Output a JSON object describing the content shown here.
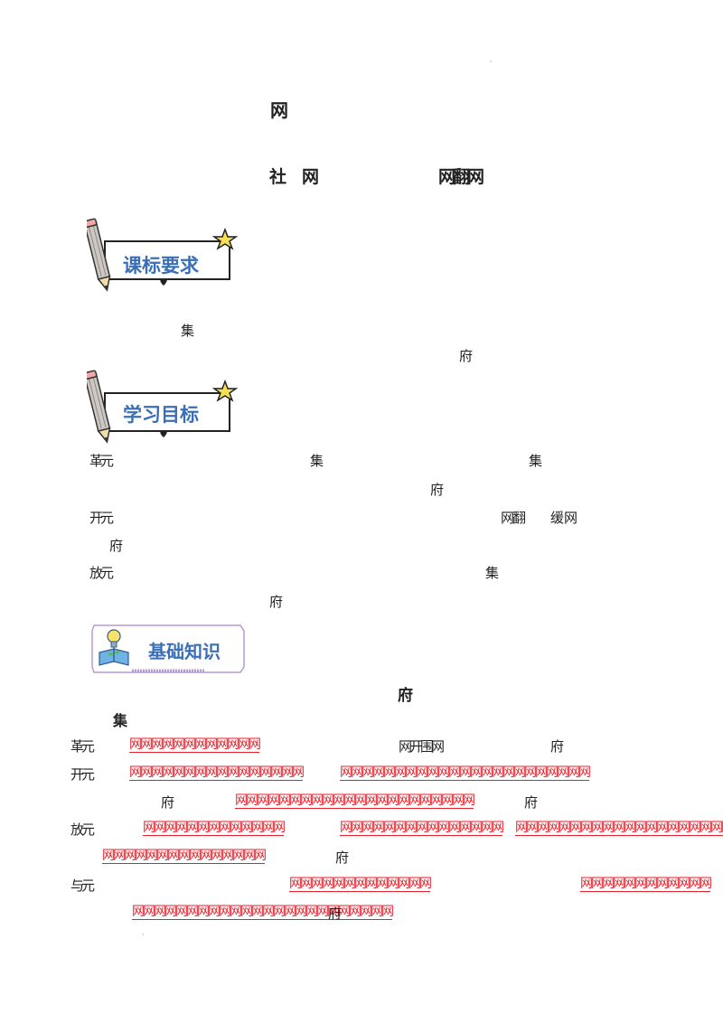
{
  "header": {
    "corner_mark": "·",
    "title": "网",
    "subtitle_left": "社",
    "subtitle_mid": "网",
    "subtitle_right": "网翻网"
  },
  "banners": {
    "curriculum": "课标要求",
    "objectives": "学习目标",
    "basics": "基础知识"
  },
  "curriculum": {
    "line1_char": "集",
    "line2_char": "府"
  },
  "objectives": {
    "item1_num": "革元",
    "item1_c1": "集",
    "item1_c2": "集",
    "item1_c3": "府",
    "item2_num": "开元",
    "item2_c1": "网翻",
    "item2_c2": "缓网",
    "item2_c3": "府",
    "item3_num": "放元",
    "item3_c1": "集",
    "item3_c2": "府"
  },
  "basics": {
    "heading": "府",
    "subheading": "集",
    "r1_num": "革元",
    "r1_blank1": "网网网网网网网网网网网网",
    "r1_mid": "网开围网",
    "r1_end": "府",
    "r2_num": "开元",
    "r2_blank1": "网网网网网网网网网网网网网网网网",
    "r2_blank2": "网网网网网网网网网网网网网网网网网网网网网网网",
    "r3_c1": "府",
    "r3_blank1": "网网网网网网网网网网网网网网网网网网网网网网",
    "r3_end": "府",
    "r4_num": "放元",
    "r4_blank1": "网网网网网网网网网网网网网",
    "r4_blank2": "网网网网网网网网网网网网网网网",
    "r4_blank3": "网网网网网网网网网网网网网网网网网网网网网网",
    "r5_blank1": "网网网网网网网网网网网网网网网",
    "r5_end": "府",
    "r6_num": "与元",
    "r6_blank1": "网网网网网网网网网网网网网",
    "r6_blank2": "网网网网网网网网网网网网",
    "r7_blank1": "网网网网网网网网网网网网网网网网网网网网网网网网",
    "r7_end": "府",
    "footer_mark": "·"
  }
}
